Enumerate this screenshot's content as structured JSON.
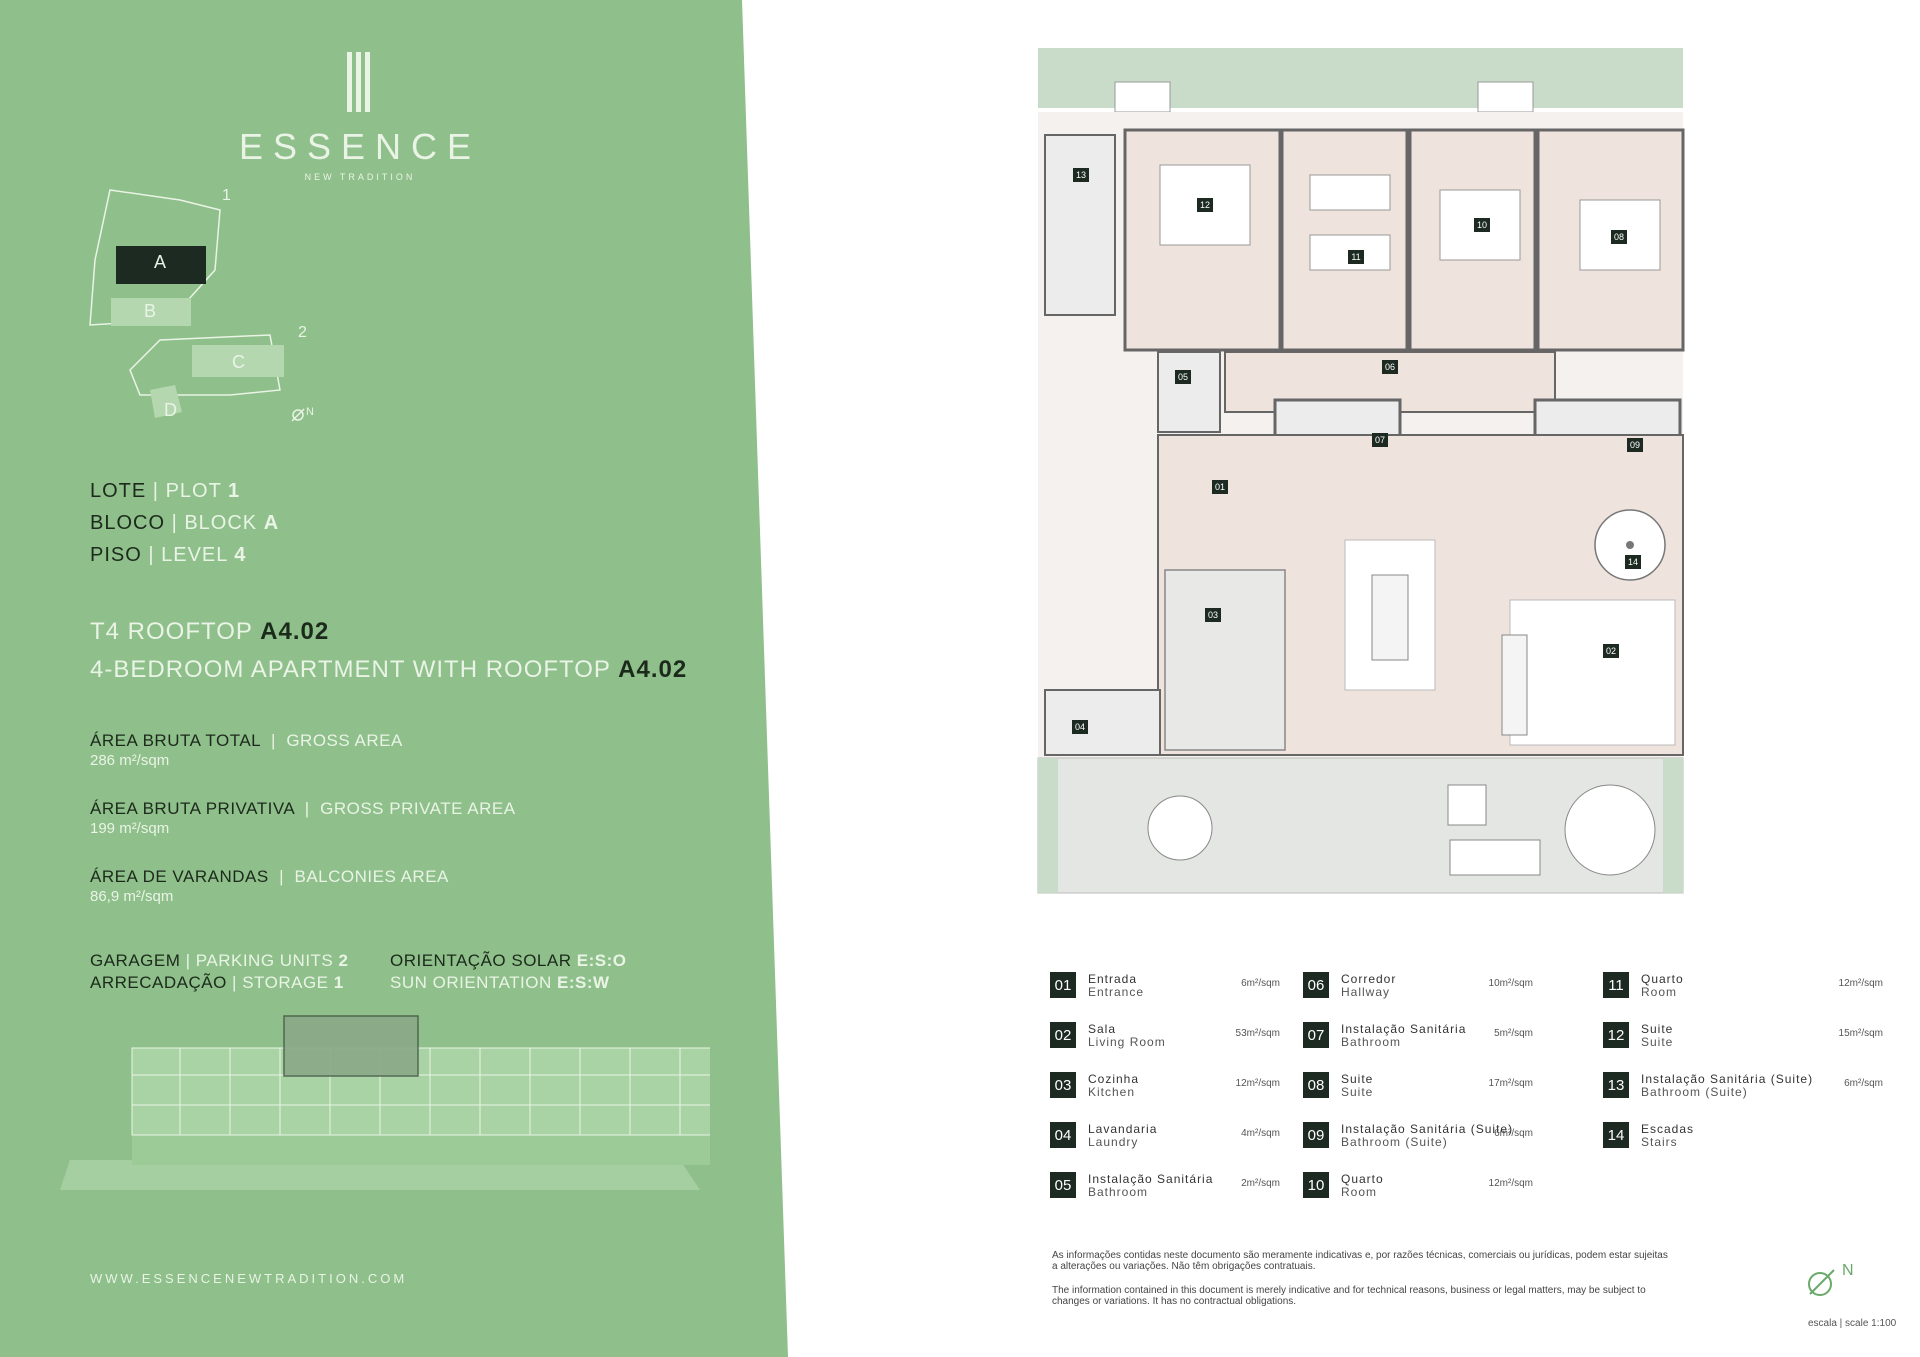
{
  "brand": {
    "name": "ESSENCE",
    "tagline": "NEW TRADITION",
    "website": "WWW.ESSENCENEWTRADITION.COM"
  },
  "colors": {
    "panel_green": "#8fbf8a",
    "panel_light": "#e9f4e6",
    "dark_text": "#1c2a1c",
    "legend_box": "#1c2a22",
    "floor_wood": "#eee3dd",
    "bath_tile": "#e8e8e8",
    "terrace": "#e4e6e3",
    "planter": "#c9dcc9"
  },
  "siteplan": {
    "plot1_label": "1",
    "plot2_label": "2",
    "blocks": [
      "A",
      "B",
      "C",
      "D"
    ],
    "north": "N"
  },
  "info": {
    "lot_label": "LOTE",
    "lot_en": "PLOT",
    "lot_value": "1",
    "block_label": "BLOCO",
    "block_en": "BLOCK",
    "block_value": "A",
    "level_label": "PISO",
    "level_en": "LEVEL",
    "level_value": "4"
  },
  "unit": {
    "title_pt": "T4 ROOFTOP",
    "code": "A4.02",
    "title_en": "4-BEDROOM APARTMENT WITH ROOFTOP"
  },
  "areas": [
    {
      "label_pt": "ÁREA BRUTA TOTAL",
      "label_en": "GROSS AREA",
      "value": "286 m²/sqm"
    },
    {
      "label_pt": "ÁREA BRUTA PRIVATIVA",
      "label_en": "GROSS PRIVATE AREA",
      "value": "199 m²/sqm"
    },
    {
      "label_pt": "ÁREA DE VARANDAS",
      "label_en": "BALCONIES AREA",
      "value": "86,9 m²/sqm"
    }
  ],
  "extras": {
    "garage_label": "GARAGEM",
    "garage_en": "PARKING UNITS",
    "garage_value": "2",
    "storage_label": "ARRECADAÇÃO",
    "storage_en": "STORAGE",
    "storage_value": "1",
    "orient_label": "ORIENTAÇÃO SOLAR",
    "orient_value": "E:S:O",
    "orient_en": "SUN ORIENTATION",
    "orient_en_value": "E:S:W"
  },
  "rooms": [
    {
      "num": "01",
      "pt": "Entrada",
      "en": "Entrance",
      "area": "6m²/sqm"
    },
    {
      "num": "02",
      "pt": "Sala",
      "en": "Living Room",
      "area": "53m²/sqm"
    },
    {
      "num": "03",
      "pt": "Cozinha",
      "en": "Kitchen",
      "area": "12m²/sqm"
    },
    {
      "num": "04",
      "pt": "Lavandaria",
      "en": "Laundry",
      "area": "4m²/sqm"
    },
    {
      "num": "05",
      "pt": "Instalação Sanitária",
      "en": "Bathroom",
      "area": "2m²/sqm"
    },
    {
      "num": "06",
      "pt": "Corredor",
      "en": "Hallway",
      "area": "10m²/sqm"
    },
    {
      "num": "07",
      "pt": "Instalação Sanitária",
      "en": "Bathroom",
      "area": "5m²/sqm"
    },
    {
      "num": "08",
      "pt": "Suite",
      "en": "Suite",
      "area": "17m²/sqm"
    },
    {
      "num": "09",
      "pt": "Instalação Sanitária (Suite)",
      "en": "Bathroom (Suite)",
      "area": "6m²/sqm"
    },
    {
      "num": "10",
      "pt": "Quarto",
      "en": "Room",
      "area": "12m²/sqm"
    },
    {
      "num": "11",
      "pt": "Quarto",
      "en": "Room",
      "area": "12m²/sqm"
    },
    {
      "num": "12",
      "pt": "Suite",
      "en": "Suite",
      "area": "15m²/sqm"
    },
    {
      "num": "13",
      "pt": "Instalação Sanitária (Suite)",
      "en": "Bathroom (Suite)",
      "area": "6m²/sqm"
    },
    {
      "num": "14",
      "pt": "Escadas",
      "en": "Stairs",
      "area": ""
    }
  ],
  "disclaimer": {
    "pt": "As informações contidas neste documento são meramente indicativas e, por razões técnicas, comerciais ou jurídicas, podem estar sujeitas a alterações ou variações. Não têm obrigações contratuais.",
    "en": "The information contained in this document is merely indicative and for technical reasons, business or legal matters, may be subject to changes or variations. It has no contractual obligations."
  },
  "scale": "escala | scale 1:100",
  "north": "N"
}
